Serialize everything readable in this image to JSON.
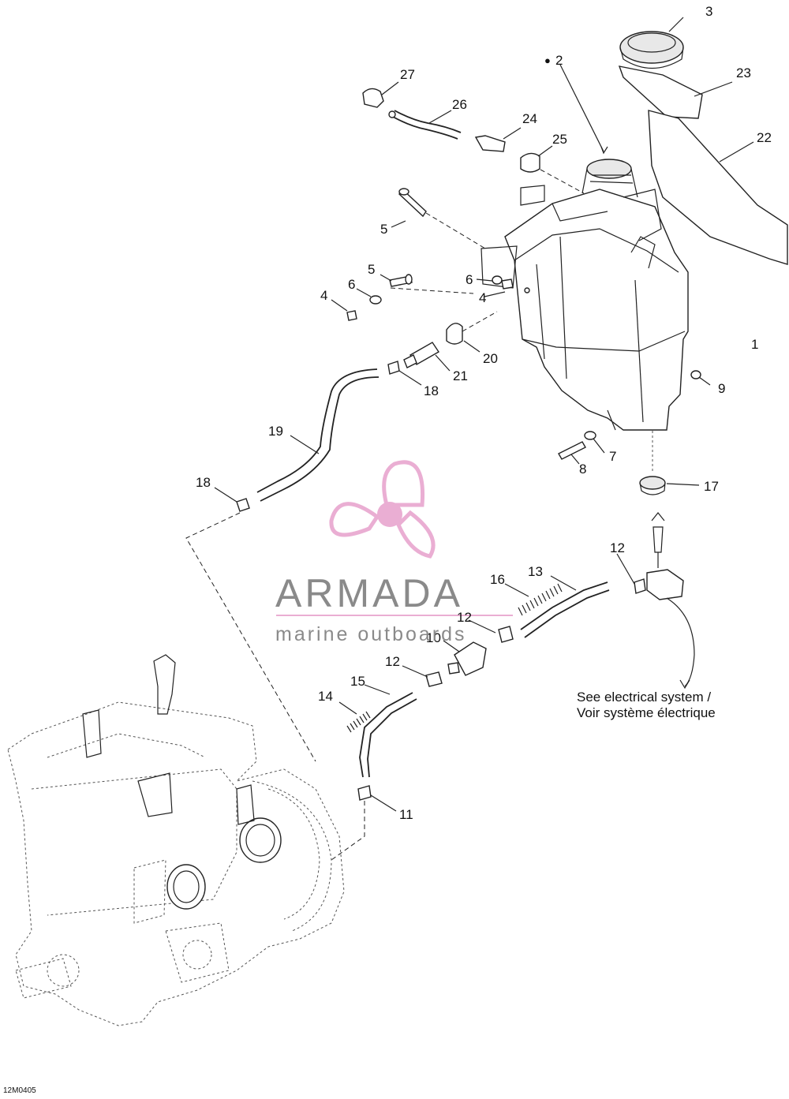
{
  "callouts": [
    {
      "id": "c1",
      "text": "1"
    },
    {
      "id": "c2",
      "text": "2"
    },
    {
      "id": "c3",
      "text": "3"
    },
    {
      "id": "c4a",
      "text": "4"
    },
    {
      "id": "c4b",
      "text": "4"
    },
    {
      "id": "c5a",
      "text": "5"
    },
    {
      "id": "c5b",
      "text": "5"
    },
    {
      "id": "c6a",
      "text": "6"
    },
    {
      "id": "c6b",
      "text": "6"
    },
    {
      "id": "c7",
      "text": "7"
    },
    {
      "id": "c8",
      "text": "8"
    },
    {
      "id": "c9",
      "text": "9"
    },
    {
      "id": "c10",
      "text": "10"
    },
    {
      "id": "c11",
      "text": "11"
    },
    {
      "id": "c12a",
      "text": "12"
    },
    {
      "id": "c12b",
      "text": "12"
    },
    {
      "id": "c12c",
      "text": "12"
    },
    {
      "id": "c13",
      "text": "13"
    },
    {
      "id": "c14",
      "text": "14"
    },
    {
      "id": "c15",
      "text": "15"
    },
    {
      "id": "c16",
      "text": "16"
    },
    {
      "id": "c17",
      "text": "17"
    },
    {
      "id": "c18a",
      "text": "18"
    },
    {
      "id": "c18b",
      "text": "18"
    },
    {
      "id": "c19",
      "text": "19"
    },
    {
      "id": "c20",
      "text": "20"
    },
    {
      "id": "c21",
      "text": "21"
    },
    {
      "id": "c22",
      "text": "22"
    },
    {
      "id": "c23",
      "text": "23"
    },
    {
      "id": "c24",
      "text": "24"
    },
    {
      "id": "c25",
      "text": "25"
    },
    {
      "id": "c26",
      "text": "26"
    },
    {
      "id": "c27",
      "text": "27"
    }
  ],
  "note": {
    "line1": "See electrical system /",
    "line2": "Voir système électrique"
  },
  "diagram_code": "12M0405",
  "watermark": {
    "name": "ARMADA",
    "tagline": "marine outboards",
    "logo_color": "#e8a6cf",
    "text_color": "#8a8a8a"
  }
}
